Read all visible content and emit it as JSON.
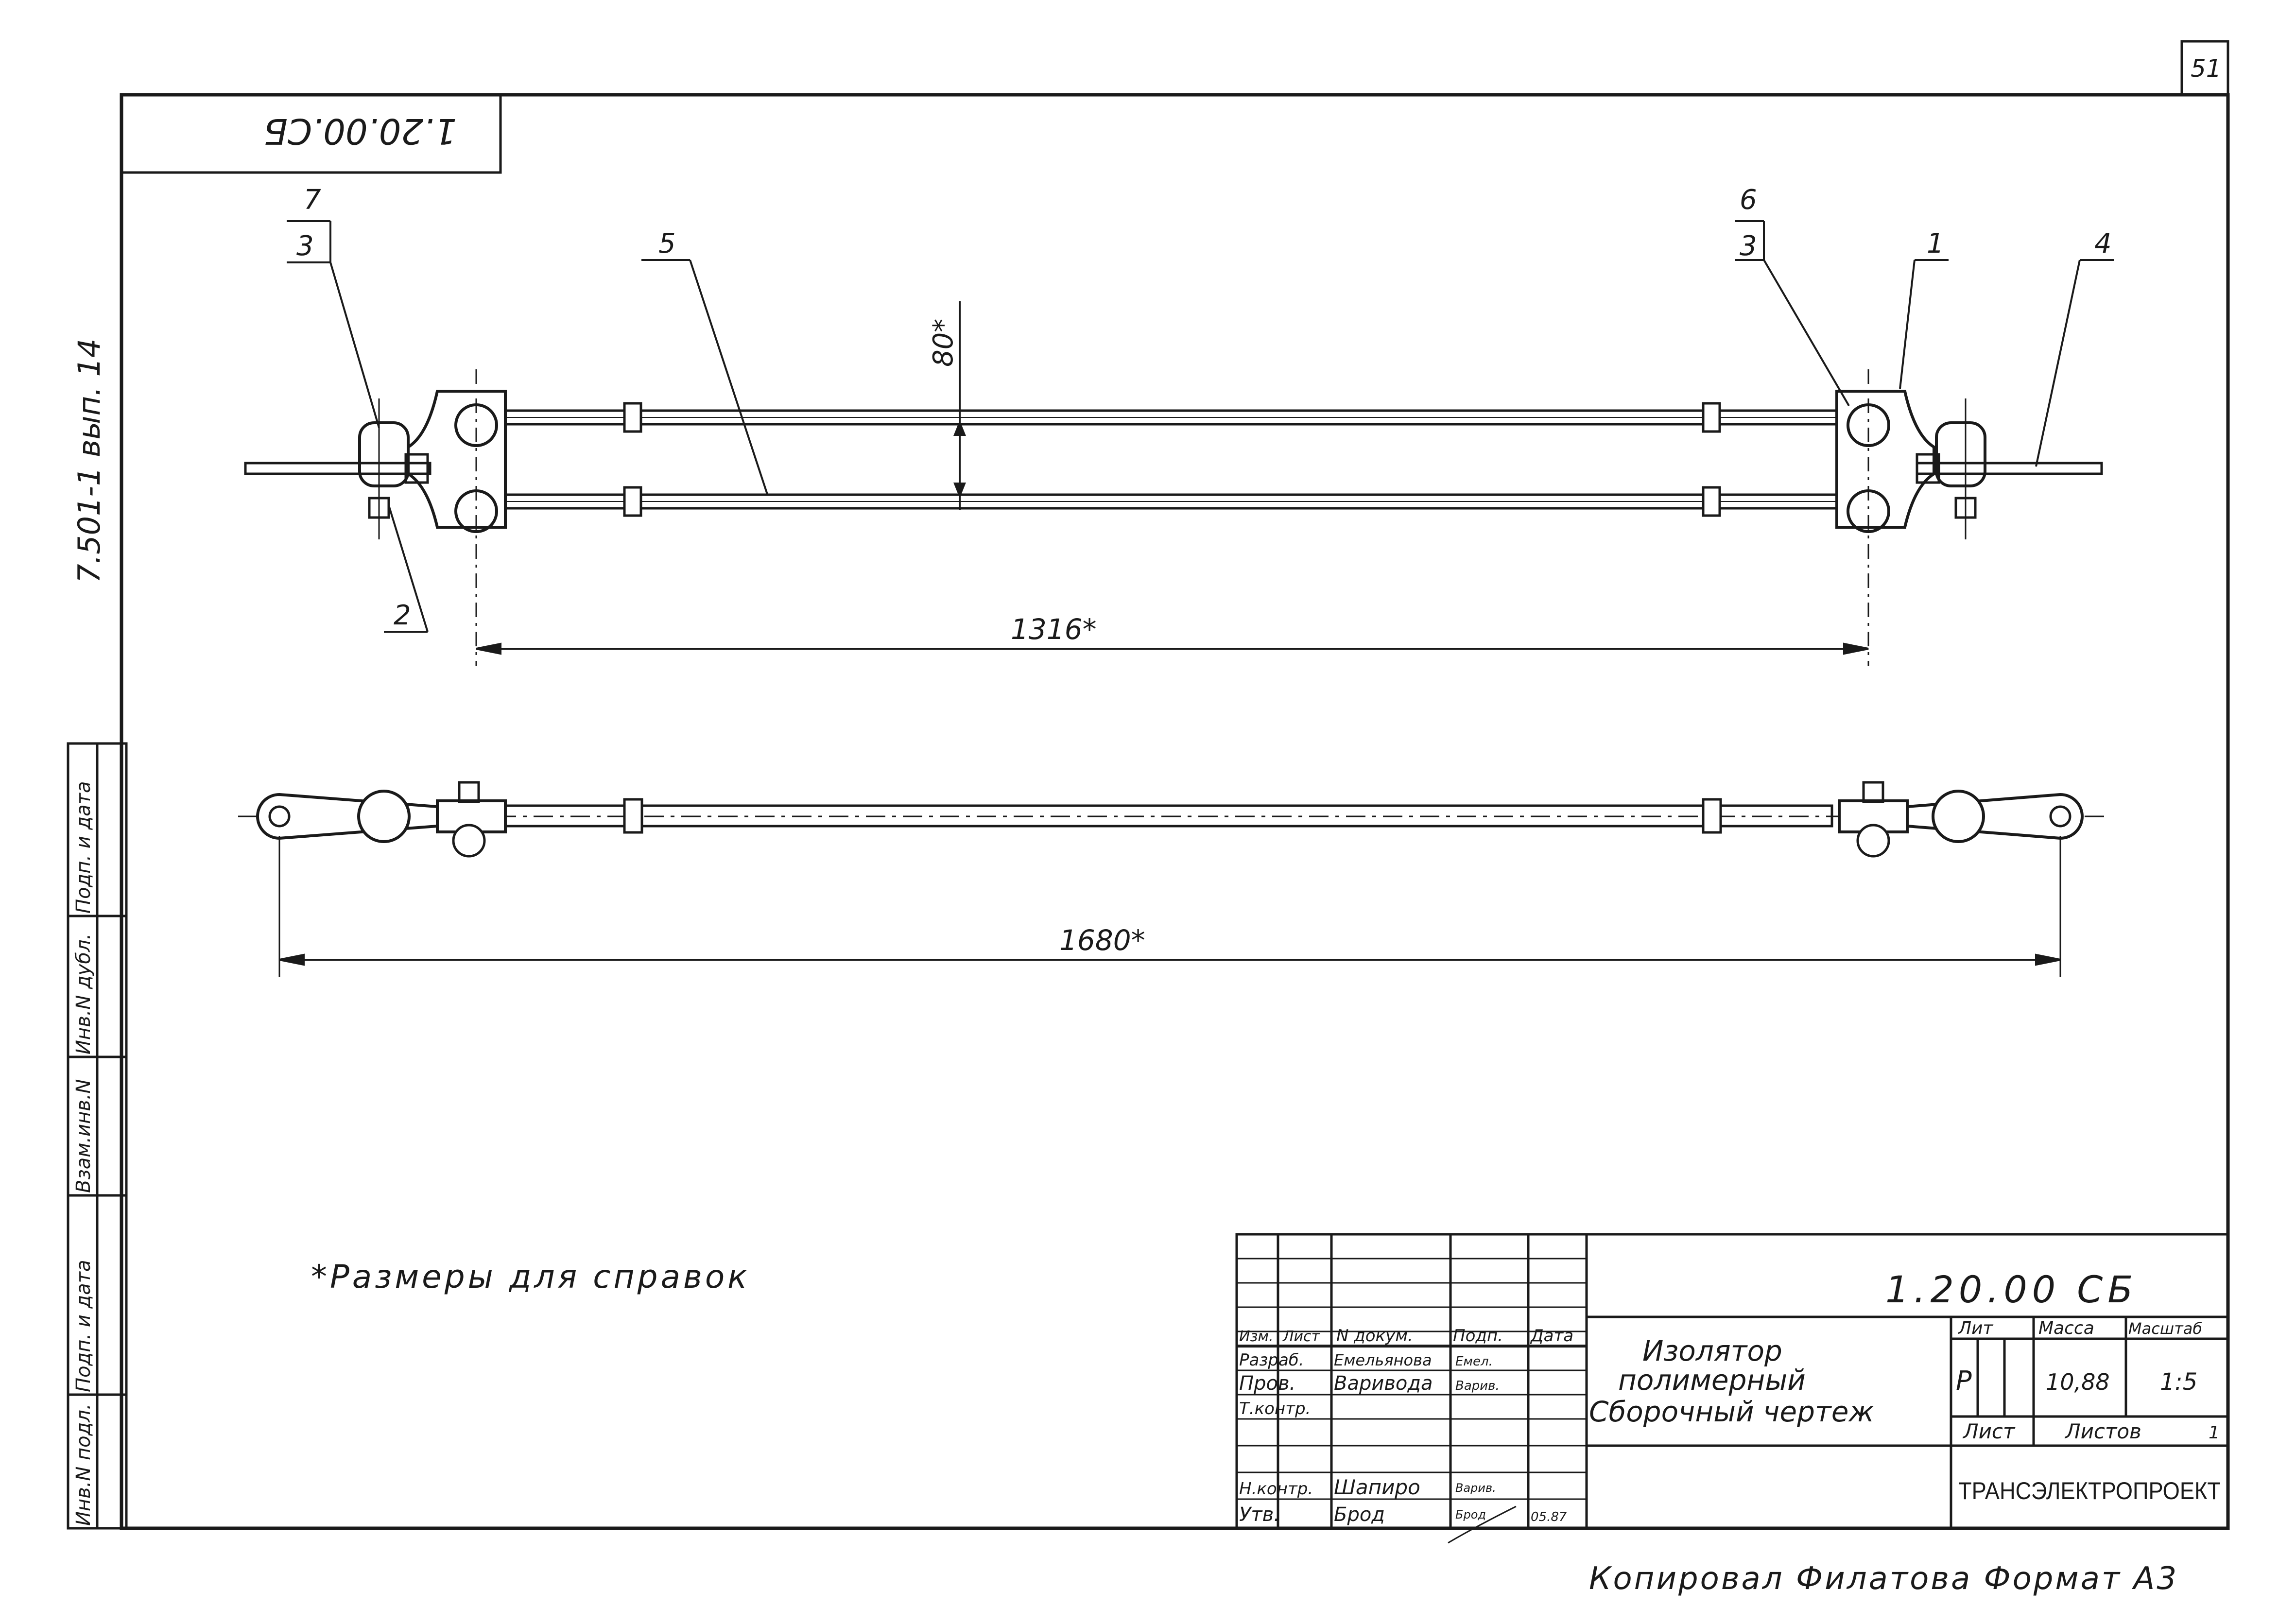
{
  "sheet": {
    "page_number": "51",
    "code_rotated": "1.20.00.СБ",
    "series_vertical": "7.501-1 вып. 14"
  },
  "drawing": {
    "callouts": [
      "7",
      "3",
      "5",
      "6",
      "3",
      "1",
      "4",
      "2"
    ],
    "dim_height": "80*",
    "dim_pitch": "1316*",
    "dim_length": "1680*",
    "note": "*Размеры для справок"
  },
  "side_stamp": {
    "labels": [
      "Инв.N подл.",
      "Подп. и дата",
      "Взам.инв.N",
      "Инв.N дубл.",
      "Подп. и дата"
    ]
  },
  "title_block": {
    "designation": "1.20.00 СБ",
    "headers": [
      "Изм.",
      "Лист",
      "N докум.",
      "Подп.",
      "Дата"
    ],
    "roles": [
      {
        "role": "Разраб.",
        "name": "Емельянова",
        "sign": "Емел."
      },
      {
        "role": "Пров.",
        "name": "Варивода",
        "sign": "Варив."
      },
      {
        "role": "Т.контр.",
        "name": "",
        "sign": ""
      },
      {
        "role": "Н.контр.",
        "name": "Шапиро",
        "sign": "Варив."
      },
      {
        "role": "Утв.",
        "name": "Брод",
        "sign": "Брод"
      }
    ],
    "date": "05.87",
    "title_lines": [
      "Изолятор",
      "полимерный",
      "Сборочный чертеж"
    ],
    "lit_label": "Лит",
    "mass_label": "Масса",
    "scale_label": "Масштаб",
    "lit_value": "Р",
    "mass_value": "10,88",
    "scale_value": "1:5",
    "sheet_label": "Лист",
    "sheets_label": "Листов",
    "sheets_value": "1",
    "organization": "ТРАНСЭЛЕКТРОПРОЕКТ"
  },
  "footer": "Копировал Филатова Формат А3"
}
